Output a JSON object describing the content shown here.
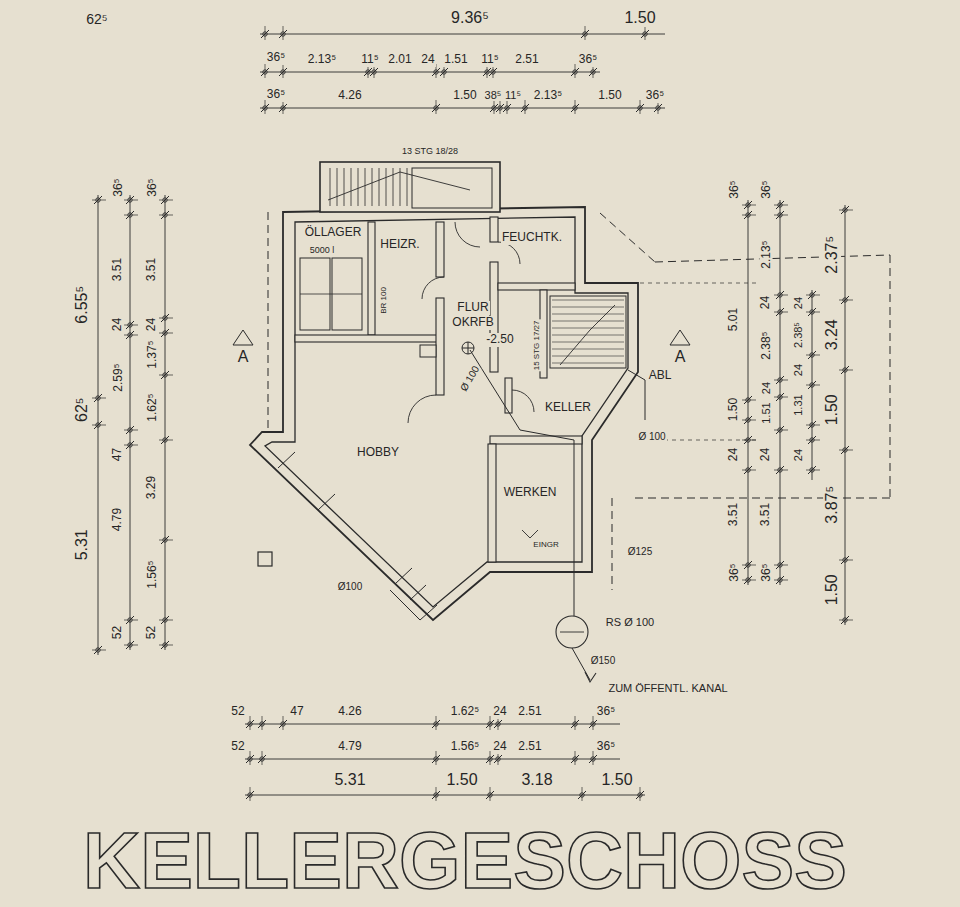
{
  "diagram": {
    "title": "KELLERGESCHOSS",
    "labels": [
      "62⁵",
      "9.36⁵",
      "1.50",
      "36⁵",
      "2.13⁵",
      "11⁵",
      "2.01",
      "24",
      "1.51",
      "11⁵",
      "2.51",
      "36⁵",
      "36⁵",
      "4.26",
      "1.50",
      "38⁵",
      "11⁵",
      "2.13⁵",
      "1.50",
      "36⁵",
      "52",
      "47",
      "4.26",
      "1.62⁵",
      "24",
      "2.51",
      "36⁵",
      "52",
      "4.79",
      "1.56⁵",
      "24",
      "2.51",
      "36⁵",
      "5.31",
      "1.50",
      "3.18",
      "1.50",
      "36⁵",
      "3.51",
      "24",
      "2.59⁵",
      "47",
      "4.79",
      "52",
      "36⁵",
      "3.51",
      "24",
      "1.37⁵",
      "1.62⁵",
      "3.29",
      "1.56⁵",
      "52",
      "6.55⁵",
      "62⁵",
      "5.31",
      "36⁵",
      "5.01",
      "1.50",
      "24",
      "3.51",
      "36⁵",
      "36⁵",
      "2.13⁵",
      "24",
      "2.38⁵",
      "24",
      "1.51",
      "24",
      "3.51",
      "36⁵",
      "24",
      "2.38⁵",
      "24",
      "1.31",
      "24",
      "2.37⁵",
      "3.24",
      "1.50",
      "3.87⁵",
      "1.50",
      "13 STG 18/28",
      "ÖLLAGER",
      "5000 l",
      "HEIZR.",
      "BR 100",
      "FEUCHTK.",
      "FLUR",
      "OKRFB",
      "-2.50",
      "15 STG 17/27",
      "KELLER",
      "HOBBY",
      "WERKEN",
      "EINGR",
      "ABL",
      "Ø 100",
      "Ø 100",
      "Ø125",
      "Ø100",
      "RS Ø 100",
      "Ø150",
      "ZUM ÖFFENTL. KANAL",
      "A",
      "A"
    ]
  }
}
